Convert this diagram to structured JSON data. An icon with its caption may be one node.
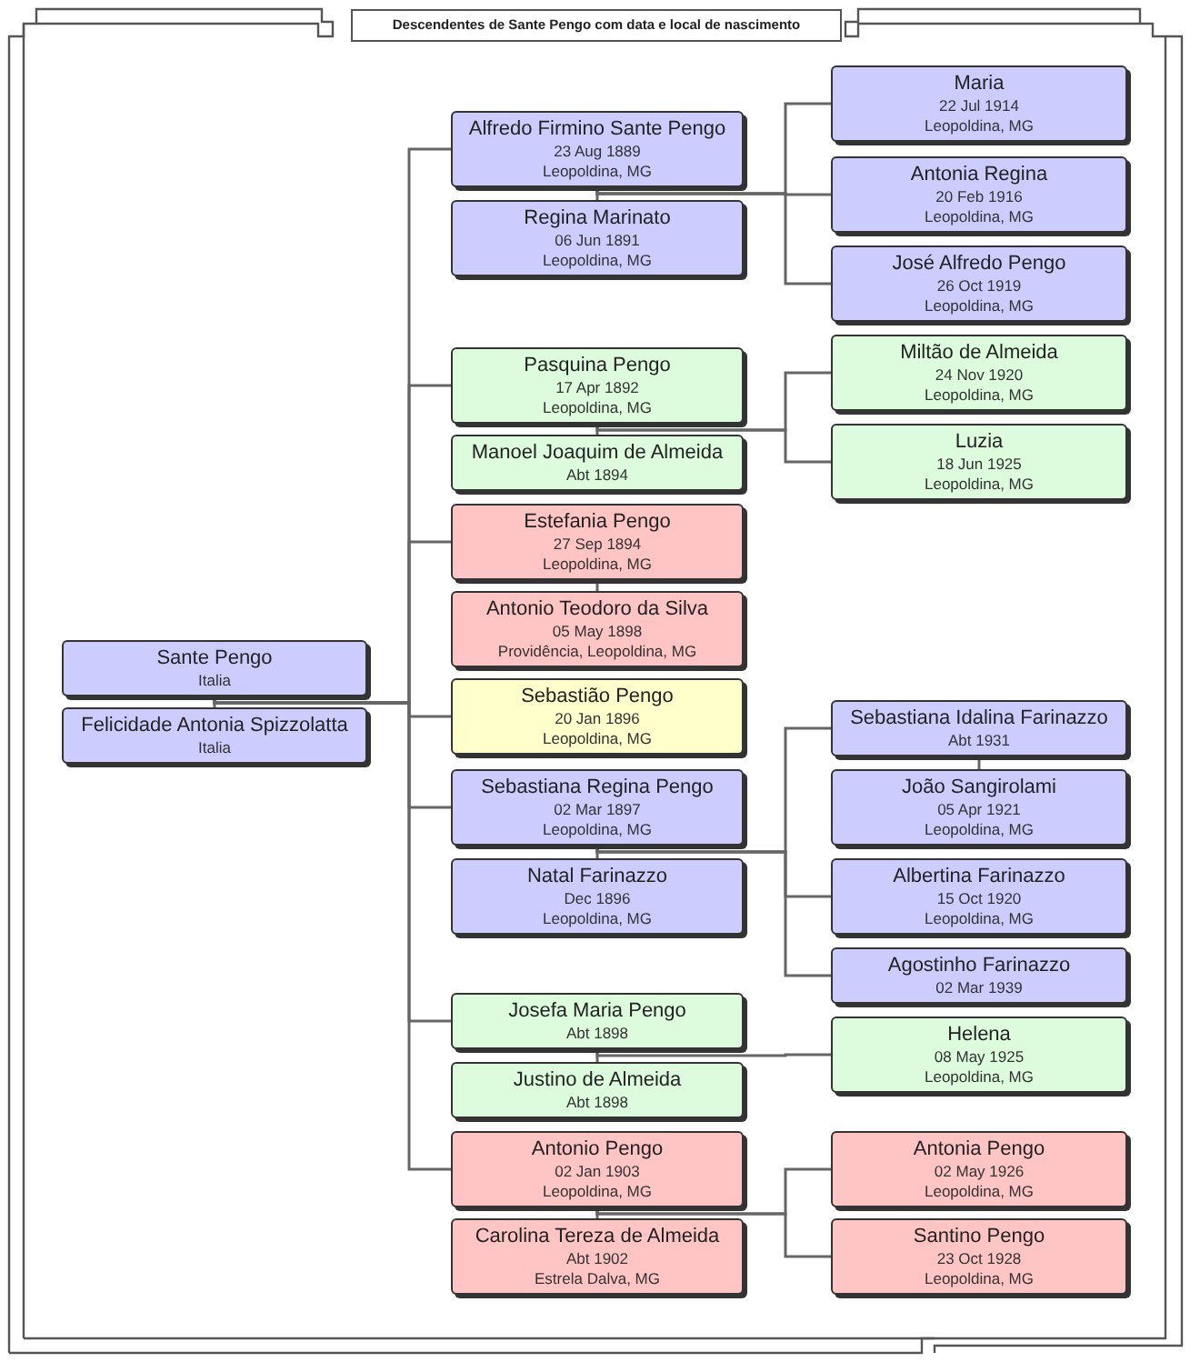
{
  "diagram": {
    "title": "Descendentes de Sante Pengo com data e local de nascimento",
    "nodes": [
      {
        "text": [
          "Sante Pengo",
          "Italia"
        ]
      },
      {
        "text": [
          "Felicidade Antonia Spizzolatta",
          "Italia"
        ]
      },
      {
        "text": [
          "Alfredo Firmino Sante Pengo",
          "23 Aug 1889",
          "Leopoldina, MG"
        ]
      },
      {
        "text": [
          "Regina Marinato",
          "06 Jun 1891",
          "Leopoldina, MG"
        ]
      },
      {
        "text": [
          "Maria",
          "22 Jul 1914",
          "Leopoldina, MG"
        ]
      },
      {
        "text": [
          "Antonia Regina",
          "20 Feb 1916",
          "Leopoldina, MG"
        ]
      },
      {
        "text": [
          "José Alfredo Pengo",
          "26 Oct 1919",
          "Leopoldina, MG"
        ]
      },
      {
        "text": [
          "Pasquina Pengo",
          "17 Apr 1892",
          "Leopoldina, MG"
        ]
      },
      {
        "text": [
          "Manoel Joaquim de Almeida",
          "Abt 1894"
        ]
      },
      {
        "text": [
          "Miltão de Almeida",
          "24 Nov 1920",
          "Leopoldina, MG"
        ]
      },
      {
        "text": [
          "Luzia",
          "18 Jun 1925",
          "Leopoldina, MG"
        ]
      },
      {
        "text": [
          "Estefania Pengo",
          "27 Sep 1894",
          "Leopoldina, MG"
        ]
      },
      {
        "text": [
          "Antonio Teodoro da Silva",
          "05 May 1898",
          "Providência, Leopoldina, MG"
        ]
      },
      {
        "text": [
          "Sebastião Pengo",
          "20 Jan 1896",
          "Leopoldina, MG"
        ]
      },
      {
        "text": [
          "Sebastiana Regina Pengo",
          "02 Mar 1897",
          "Leopoldina, MG"
        ]
      },
      {
        "text": [
          "Natal Farinazzo",
          "Dec 1896",
          "Leopoldina, MG"
        ]
      },
      {
        "text": [
          "Sebastiana Idalina Farinazzo",
          "Abt 1931"
        ]
      },
      {
        "text": [
          "João Sangirolami",
          "05 Apr 1921",
          "Leopoldina, MG"
        ]
      },
      {
        "text": [
          "Albertina Farinazzo",
          "15 Oct 1920",
          "Leopoldina, MG"
        ]
      },
      {
        "text": [
          "Agostinho Farinazzo",
          "02 Mar 1939"
        ]
      },
      {
        "text": [
          "Josefa Maria Pengo",
          "Abt 1898"
        ]
      },
      {
        "text": [
          "Justino de Almeida",
          "Abt 1898"
        ]
      },
      {
        "text": [
          "Helena",
          "08 May 1925",
          "Leopoldina, MG"
        ]
      },
      {
        "text": [
          "Antonio Pengo",
          "02 Jan 1903",
          "Leopoldina, MG"
        ]
      },
      {
        "text": [
          "Carolina Tereza de Almeida",
          "Abt 1902",
          "Estrela Dalva, MG"
        ]
      },
      {
        "text": [
          "Antonia Pengo",
          "02 May 1926",
          "Leopoldina, MG"
        ]
      },
      {
        "text": [
          "Santino Pengo",
          "23 Oct 1928",
          "Leopoldina, MG"
        ]
      }
    ],
    "edges": [
      {
        "from": 0,
        "to": 1,
        "arrow": "none"
      },
      {
        "from": 0,
        "to": 2,
        "arrow": "none"
      },
      {
        "from": 0,
        "to": 7,
        "arrow": "none"
      },
      {
        "from": 0,
        "to": 11,
        "arrow": "none"
      },
      {
        "from": 0,
        "to": 13,
        "arrow": "none"
      },
      {
        "from": 0,
        "to": 14,
        "arrow": "none"
      },
      {
        "from": 0,
        "to": 20,
        "arrow": "none"
      },
      {
        "from": 0,
        "to": 23,
        "arrow": "none"
      },
      {
        "from": 2,
        "to": 3,
        "arrow": "none"
      },
      {
        "from": 2,
        "to": 4,
        "arrow": "none"
      },
      {
        "from": 2,
        "to": 5,
        "arrow": "none"
      },
      {
        "from": 2,
        "to": 6,
        "arrow": "none"
      },
      {
        "from": 7,
        "to": 8,
        "arrow": "none"
      },
      {
        "from": 7,
        "to": 9,
        "arrow": "none"
      },
      {
        "from": 7,
        "to": 10,
        "arrow": "none"
      },
      {
        "from": 11,
        "to": 12,
        "arrow": "none"
      },
      {
        "from": 14,
        "to": 15,
        "arrow": "none"
      },
      {
        "from": 14,
        "to": 16,
        "arrow": "none"
      },
      {
        "from": 14,
        "to": 18,
        "arrow": "none"
      },
      {
        "from": 14,
        "to": 19,
        "arrow": "none"
      },
      {
        "from": 16,
        "to": 17,
        "arrow": "none"
      },
      {
        "from": 20,
        "to": 21,
        "arrow": "none"
      },
      {
        "from": 20,
        "to": 22,
        "arrow": "none"
      },
      {
        "from": 23,
        "to": 24,
        "arrow": "none"
      },
      {
        "from": 23,
        "to": 25,
        "arrow": "none"
      },
      {
        "from": 23,
        "to": 26,
        "arrow": "none"
      }
    ]
  }
}
